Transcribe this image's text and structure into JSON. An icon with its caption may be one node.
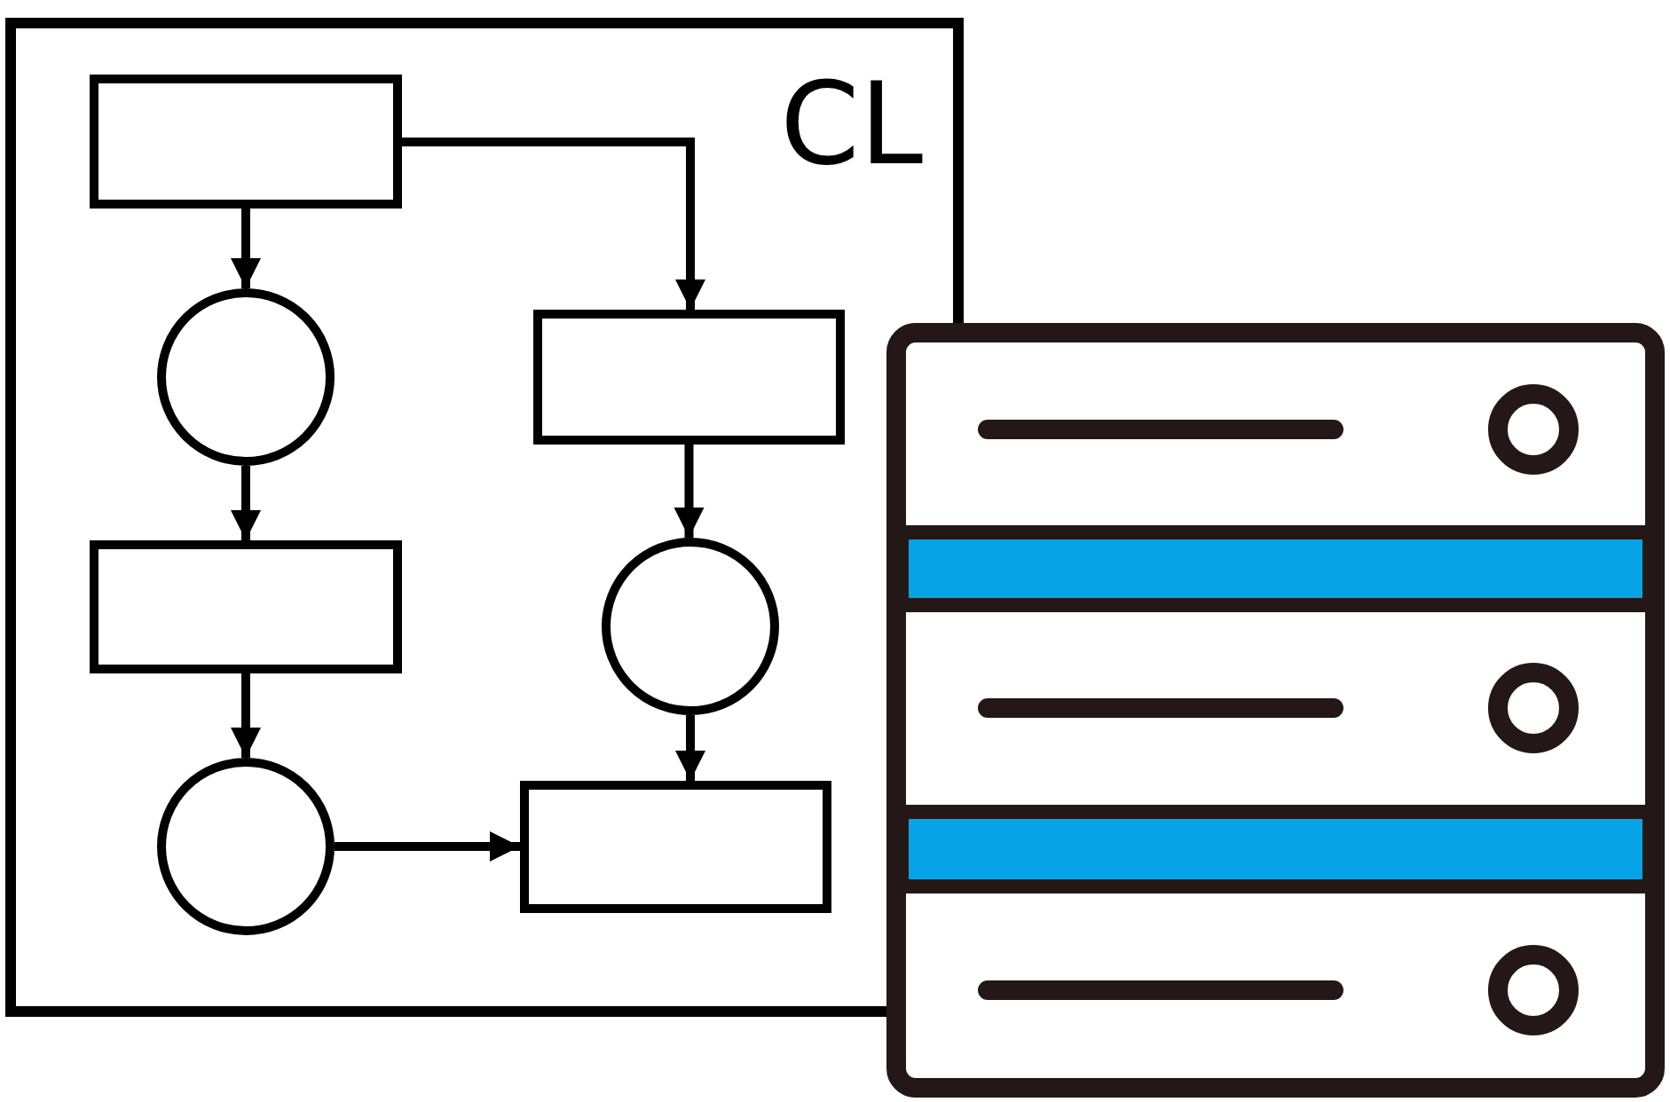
{
  "diagram": {
    "nodes": [
      {
        "text": [
          "CL"
        ]
      },
      {
        "text": [],
        "shape": "box",
        "in": 0
      },
      {
        "text": [],
        "shape": "circle",
        "in": 0
      },
      {
        "text": [],
        "shape": "box",
        "in": 0
      },
      {
        "text": [],
        "shape": "box",
        "in": 0
      },
      {
        "text": [],
        "shape": "circle",
        "in": 0
      },
      {
        "text": [],
        "shape": "circle",
        "in": 0
      },
      {
        "text": [],
        "shape": "box",
        "in": 0
      }
    ],
    "edges": [
      {
        "from": 1,
        "to": 2,
        "arrow": "to"
      },
      {
        "from": 1,
        "to": 3,
        "arrow": "to"
      },
      {
        "from": 2,
        "to": 4,
        "arrow": "to"
      },
      {
        "from": 3,
        "to": 5,
        "arrow": "to"
      },
      {
        "from": 4,
        "to": 6,
        "arrow": "to"
      },
      {
        "from": 5,
        "to": 7,
        "arrow": "to"
      },
      {
        "from": 6,
        "to": 7,
        "arrow": "to"
      }
    ]
  }
}
